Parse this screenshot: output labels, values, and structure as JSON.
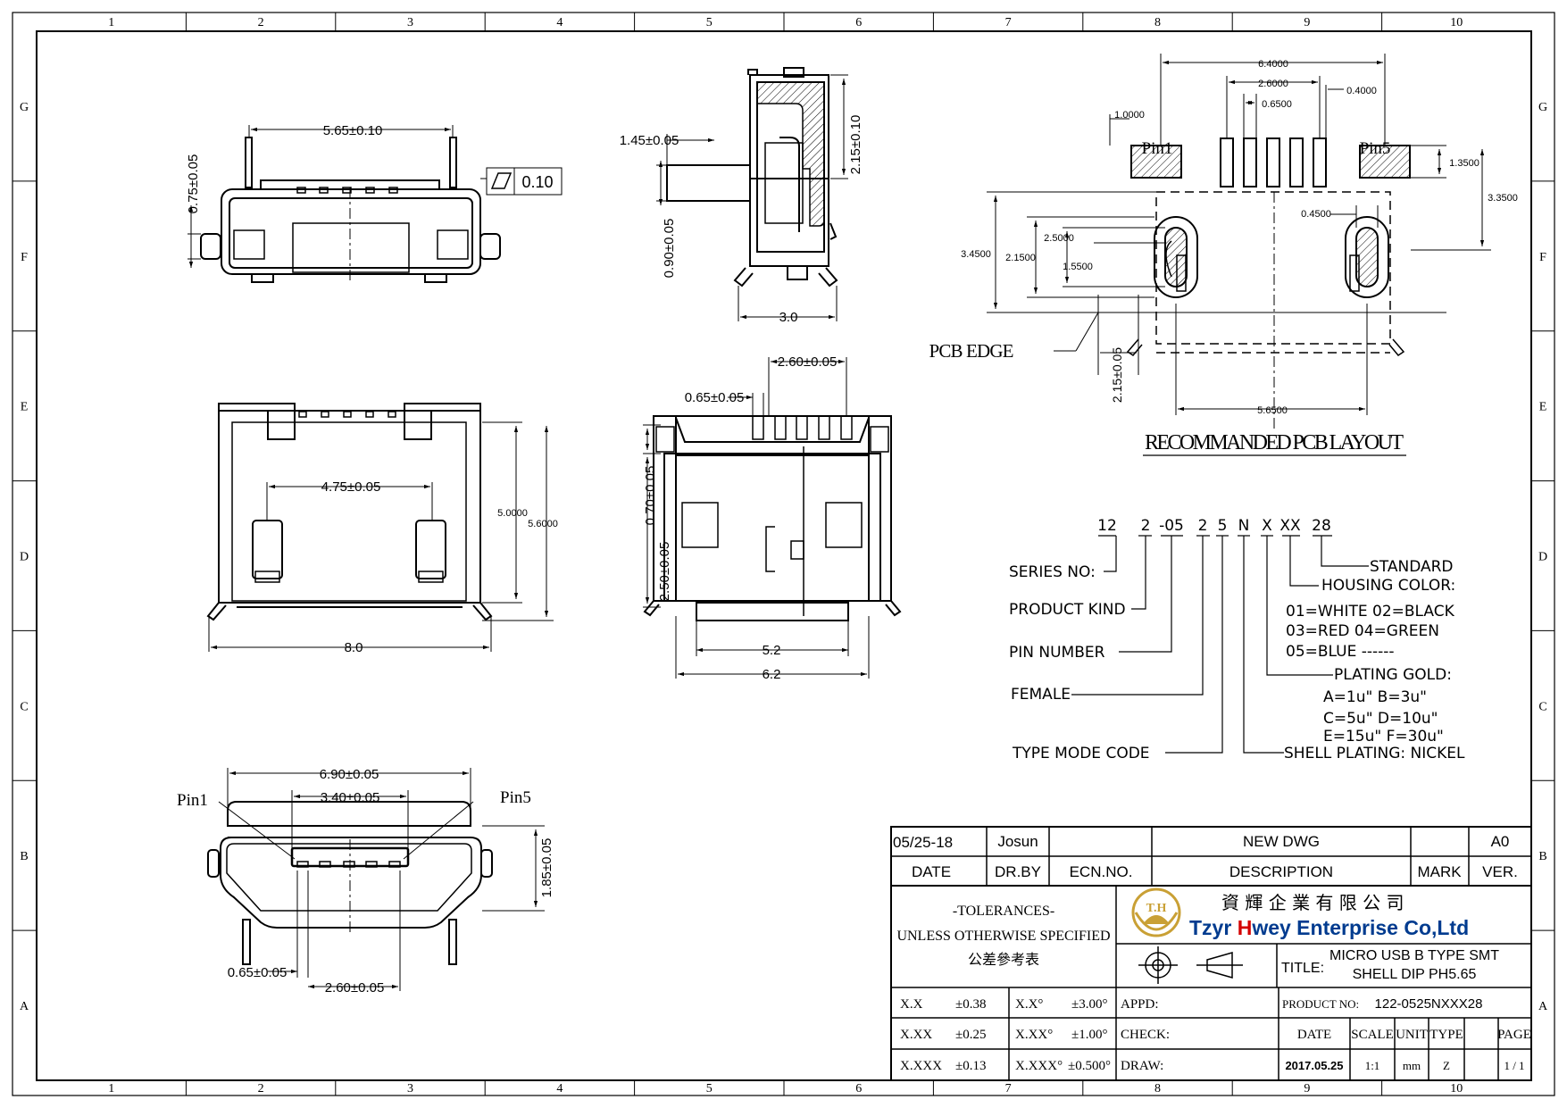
{
  "zones": {
    "columns": [
      "1",
      "2",
      "3",
      "4",
      "5",
      "6",
      "7",
      "8",
      "9",
      "10"
    ],
    "rows": [
      "G",
      "F",
      "E",
      "D",
      "C",
      "B",
      "A"
    ]
  },
  "views": {
    "top_left": {
      "dim_width": "5.65±0.10",
      "dim_height": "0.75±0.05",
      "flatness": "0.10"
    },
    "side": {
      "dim_top": "1.45±0.05",
      "dim_right": "2.15±0.10",
      "dim_left": "0.90±0.05",
      "dim_bottom": "3.0"
    },
    "front_bottom": {
      "dim_inner": "4.75±0.05",
      "dim_h1": "5.0000",
      "dim_h2": "5.6000",
      "dim_width": "8.0"
    },
    "rear": {
      "dim_pitch": "2.60±0.05",
      "dim_pin": "0.65±0.05",
      "dim_v1": "0.70±0.05",
      "dim_v2": "2.50±0.05",
      "dim_w1": "5.2",
      "dim_w2": "6.2"
    },
    "plug_face": {
      "dim_outer": "6.90±0.05",
      "dim_inner": "3.40±0.05",
      "dim_height": "1.85±0.05",
      "dim_pin": "0.65±0.05",
      "dim_pitch": "2.60±0.05",
      "pin1": "Pin1",
      "pin5": "Pin5"
    }
  },
  "pcb_layout": {
    "title": "RECOMMANDED PCB LAYOUT",
    "pin1": "Pin1",
    "pin5": "Pin5",
    "pcb_edge": "PCB EDGE",
    "dims": {
      "d64": "6.4000",
      "d26": "2.6000",
      "d065": "0.6500",
      "d04": "0.4000",
      "d10": "1.0000",
      "d135": "1.3500",
      "d335": "3.3500",
      "d045": "0.4500",
      "d25": "2.5000",
      "d215": "2.1500",
      "d155": "1.5500",
      "d345": "3.4500",
      "d215v": "2.15±0.05",
      "d565": "5.6500"
    }
  },
  "part_code": {
    "segments": [
      "12",
      "2",
      "-05",
      "2",
      "5",
      "N",
      "X",
      "XX",
      "28"
    ],
    "labels": {
      "series": "SERIES NO:",
      "kind": "PRODUCT KIND",
      "pins": "PIN NUMBER",
      "female": "FEMALE",
      "type_mode": "TYPE MODE CODE",
      "standard": "STANDARD",
      "housing": "HOUSING COLOR:",
      "colors_1": "01=WHITE 02=BLACK",
      "colors_2": "03=RED    04=GREEN",
      "colors_3": "05=BLUE  ------",
      "plating_gold": "PLATING GOLD:",
      "gold_1": "A=1u\"   B=3u\"",
      "gold_2": "C=5u\"   D=10u\"",
      "gold_3": "E=15u\"  F=30u\"",
      "shell": "SHELL PLATING: NICKEL"
    }
  },
  "title_block": {
    "rev_date": "05/25-18",
    "rev_by": "Josun",
    "rev_desc": "NEW DWG",
    "rev_ver": "A0",
    "h_date": "DATE",
    "h_drby": "DR.BY",
    "h_ecn": "ECN.NO.",
    "h_desc": "DESCRIPTION",
    "h_mark": "MARK",
    "h_ver": "VER.",
    "tol_1": "-TOLERANCES-",
    "tol_2": "UNLESS OTHERWISE SPECIFIED",
    "tol_3": "公差參考表",
    "company_cn": "資 輝 企 業 有 限 公 司",
    "company_en": "Tzyr Hwey Enterprise Co,Ltd",
    "logo_text": "T.H",
    "title_label": "TITLE:",
    "title_1": "MICRO USB B TYPE SMT",
    "title_2": "SHELL DIP PH5.65",
    "tolerances": [
      {
        "k1": "X.X",
        "v1": "±0.38",
        "k2": "X.X°",
        "v2": "±3.00°"
      },
      {
        "k1": "X.XX",
        "v1": "±0.25",
        "k2": "X.XX°",
        "v2": "±1.00°"
      },
      {
        "k1": "X.XXX",
        "v1": "±0.13",
        "k2": "X.XXX°",
        "v2": "±0.500°"
      }
    ],
    "appd": "APPD:",
    "check": "CHECK:",
    "draw": "DRAW:",
    "product_no_label": "PRODUCT NO:",
    "product_no": "122-0525NXXX28",
    "h2_date": "DATE",
    "h2_scale": "SCALE",
    "h2_unit": "UNIT",
    "h2_type": "TYPE",
    "h2_page": "PAGE",
    "date": "2017.05.25",
    "scale": "1:1",
    "unit": "mm",
    "type": "Z",
    "page": "1 / 1"
  }
}
